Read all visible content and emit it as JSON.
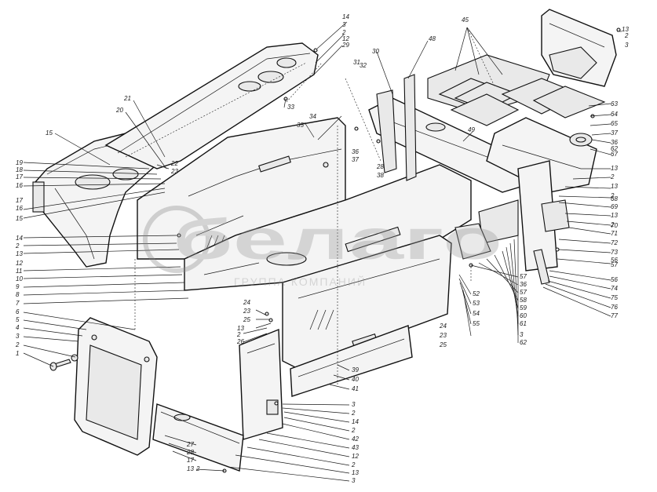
{
  "watermark": {
    "brand": "белаго",
    "tagline": "ГРУППА КОМПАНИЙ"
  },
  "labels": [
    {
      "id": "L1",
      "text": "14"
    },
    {
      "id": "L2",
      "text": "3"
    },
    {
      "id": "L3",
      "text": "2"
    },
    {
      "id": "L4",
      "text": "12"
    },
    {
      "id": "L5",
      "text": "29"
    },
    {
      "id": "L6",
      "text": "21"
    },
    {
      "id": "L7",
      "text": "20"
    },
    {
      "id": "L8",
      "text": "22"
    },
    {
      "id": "L9",
      "text": "23"
    },
    {
      "id": "L10",
      "text": "15"
    },
    {
      "id": "L11",
      "text": "19"
    },
    {
      "id": "L12",
      "text": "18"
    },
    {
      "id": "L13",
      "text": "17"
    },
    {
      "id": "L14",
      "text": "16"
    },
    {
      "id": "L15",
      "text": "17"
    },
    {
      "id": "L16",
      "text": "16"
    },
    {
      "id": "L17",
      "text": "15"
    },
    {
      "id": "L18",
      "text": "14"
    },
    {
      "id": "L19",
      "text": "2"
    },
    {
      "id": "L20",
      "text": "13"
    },
    {
      "id": "L21",
      "text": "12"
    },
    {
      "id": "L22",
      "text": "11"
    },
    {
      "id": "L23",
      "text": "10"
    },
    {
      "id": "L24",
      "text": "9"
    },
    {
      "id": "L25",
      "text": "8"
    },
    {
      "id": "L26",
      "text": "7"
    },
    {
      "id": "L27",
      "text": "6"
    },
    {
      "id": "L28",
      "text": "5"
    },
    {
      "id": "L29",
      "text": "4"
    },
    {
      "id": "L30",
      "text": "3"
    },
    {
      "id": "L31",
      "text": "2"
    },
    {
      "id": "L32",
      "text": "1"
    },
    {
      "id": "L33",
      "text": "33"
    },
    {
      "id": "L34",
      "text": "34"
    },
    {
      "id": "L35",
      "text": "35"
    },
    {
      "id": "L36",
      "text": "30"
    },
    {
      "id": "L37",
      "text": "31"
    },
    {
      "id": "L38",
      "text": "32"
    },
    {
      "id": "L39",
      "text": "36"
    },
    {
      "id": "L40",
      "text": "37"
    },
    {
      "id": "L41",
      "text": "28"
    },
    {
      "id": "L42",
      "text": "38"
    },
    {
      "id": "L43",
      "text": "48"
    },
    {
      "id": "L44",
      "text": "45"
    },
    {
      "id": "L45",
      "text": "49"
    },
    {
      "id": "L46",
      "text": "13"
    },
    {
      "id": "L47",
      "text": "2"
    },
    {
      "id": "L48",
      "text": "3"
    },
    {
      "id": "L49",
      "text": "63"
    },
    {
      "id": "L50",
      "text": "64"
    },
    {
      "id": "L51",
      "text": "65"
    },
    {
      "id": "L52",
      "text": "37"
    },
    {
      "id": "L53",
      "text": "36"
    },
    {
      "id": "L54",
      "text": "62"
    },
    {
      "id": "L55",
      "text": "67"
    },
    {
      "id": "L56",
      "text": "13"
    },
    {
      "id": "L57",
      "text": "2"
    },
    {
      "id": "L58",
      "text": "13"
    },
    {
      "id": "L59",
      "text": "2"
    },
    {
      "id": "L60",
      "text": "68"
    },
    {
      "id": "L61",
      "text": "69"
    },
    {
      "id": "L62",
      "text": "13"
    },
    {
      "id": "L63",
      "text": "2"
    },
    {
      "id": "L64",
      "text": "70"
    },
    {
      "id": "L65",
      "text": "71"
    },
    {
      "id": "L66",
      "text": "72"
    },
    {
      "id": "L67",
      "text": "73"
    },
    {
      "id": "L68",
      "text": "56"
    },
    {
      "id": "L69",
      "text": "57"
    },
    {
      "id": "L70",
      "text": "56"
    },
    {
      "id": "L71",
      "text": "74"
    },
    {
      "id": "L72",
      "text": "75"
    },
    {
      "id": "L73",
      "text": "76"
    },
    {
      "id": "L74",
      "text": "77"
    },
    {
      "id": "L75",
      "text": "57"
    },
    {
      "id": "L76",
      "text": "36"
    },
    {
      "id": "L77",
      "text": "57"
    },
    {
      "id": "L78",
      "text": "58"
    },
    {
      "id": "L79",
      "text": "59"
    },
    {
      "id": "L80",
      "text": "60"
    },
    {
      "id": "L81",
      "text": "61"
    },
    {
      "id": "L82",
      "text": "3"
    },
    {
      "id": "L83",
      "text": "62"
    },
    {
      "id": "L84",
      "text": "52"
    },
    {
      "id": "L85",
      "text": "53"
    },
    {
      "id": "L86",
      "text": "54"
    },
    {
      "id": "L87",
      "text": "55"
    },
    {
      "id": "L88",
      "text": "24"
    },
    {
      "id": "L89",
      "text": "23"
    },
    {
      "id": "L90",
      "text": "25"
    },
    {
      "id": "L91",
      "text": "24"
    },
    {
      "id": "L92",
      "text": "23"
    },
    {
      "id": "L93",
      "text": "25"
    },
    {
      "id": "L94",
      "text": "13"
    },
    {
      "id": "L95",
      "text": "2"
    },
    {
      "id": "L96",
      "text": "26"
    },
    {
      "id": "L97",
      "text": "39"
    },
    {
      "id": "L98",
      "text": "40"
    },
    {
      "id": "L99",
      "text": "41"
    },
    {
      "id": "L100",
      "text": "3"
    },
    {
      "id": "L101",
      "text": "2"
    },
    {
      "id": "L102",
      "text": "14"
    },
    {
      "id": "L103",
      "text": "2"
    },
    {
      "id": "L104",
      "text": "42"
    },
    {
      "id": "L105",
      "text": "43"
    },
    {
      "id": "L106",
      "text": "12"
    },
    {
      "id": "L107",
      "text": "2"
    },
    {
      "id": "L108",
      "text": "13"
    },
    {
      "id": "L109",
      "text": "27"
    },
    {
      "id": "L110",
      "text": "28"
    },
    {
      "id": "L111",
      "text": "17"
    },
    {
      "id": "L112",
      "text": "13"
    },
    {
      "id": "L113",
      "text": "2"
    },
    {
      "id": "L114",
      "text": "3"
    }
  ]
}
